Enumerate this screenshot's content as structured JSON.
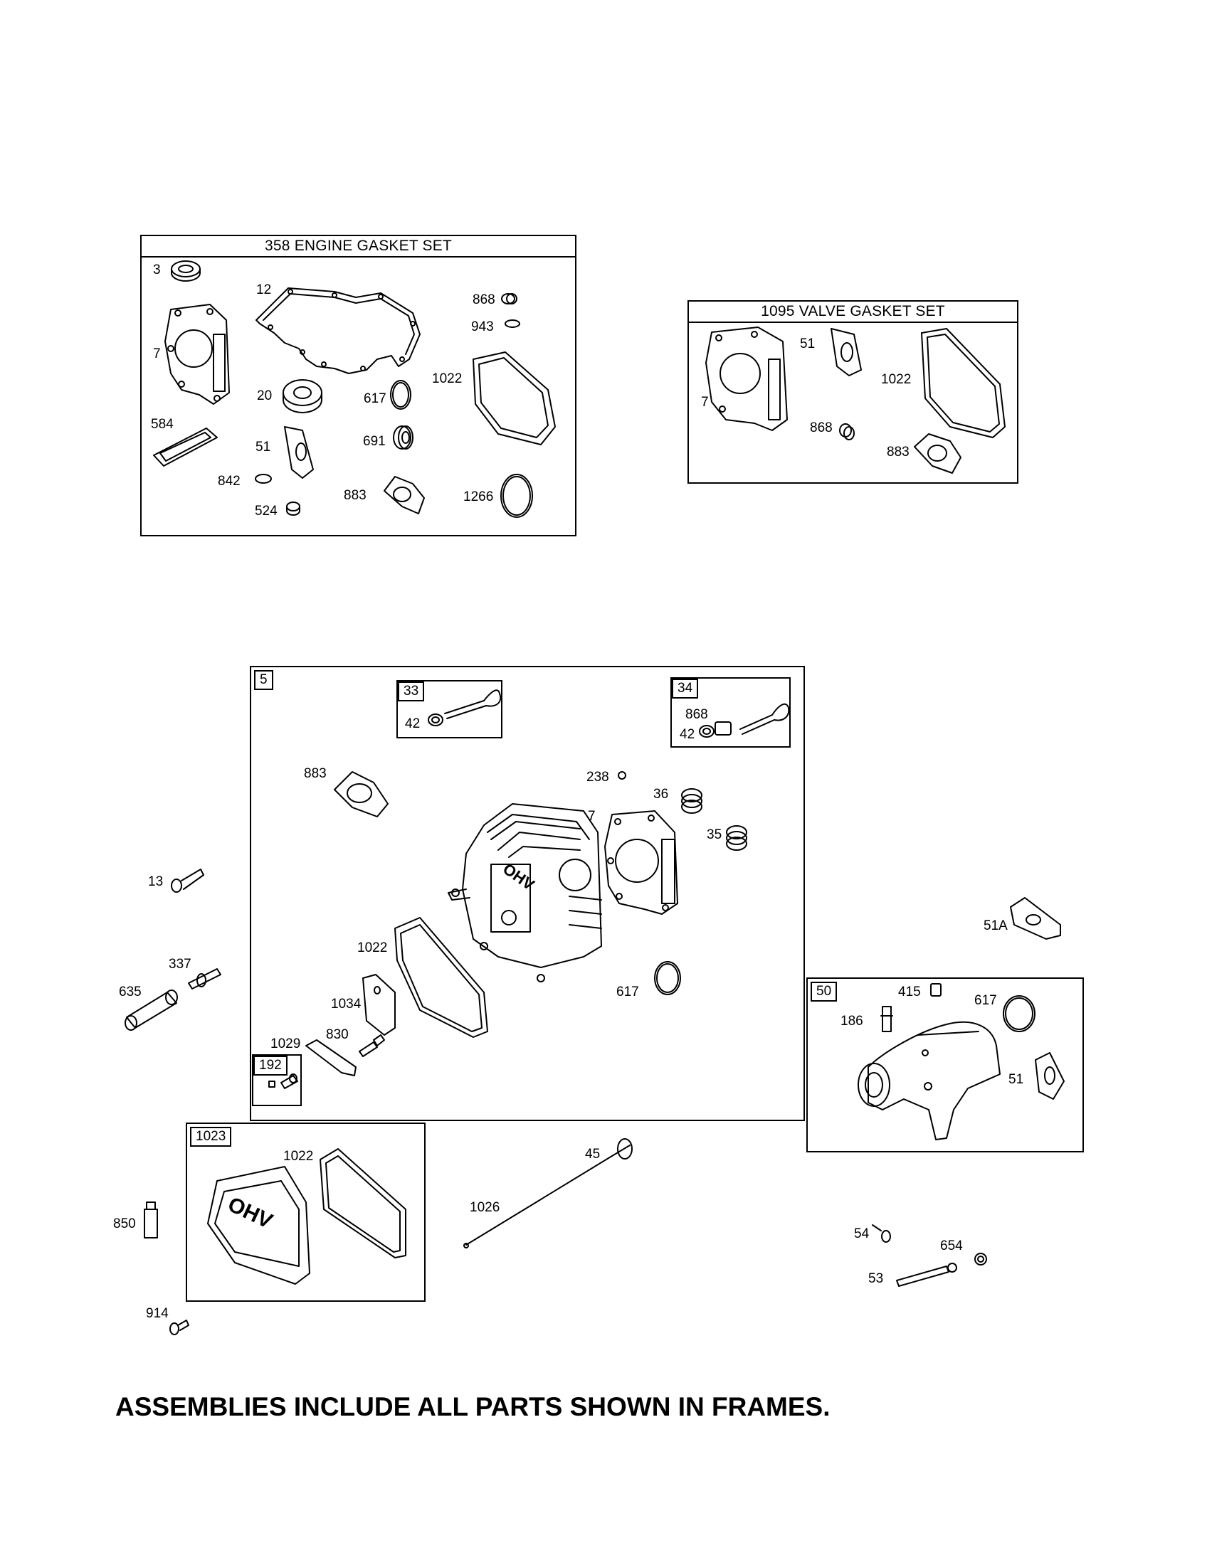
{
  "gasket_set": {
    "title": "358 ENGINE GASKET SET",
    "labels": {
      "p3": "3",
      "p12": "12",
      "p868": "868",
      "p943": "943",
      "p7": "7",
      "p1022": "1022",
      "p20": "20",
      "p617": "617",
      "p584": "584",
      "p51": "51",
      "p691": "691",
      "p842": "842",
      "p883": "883",
      "p1266": "1266",
      "p524": "524"
    }
  },
  "valve_set": {
    "title": "1095 VALVE GASKET SET",
    "labels": {
      "p51": "51",
      "p7": "7",
      "p1022": "1022",
      "p868": "868",
      "p883": "883"
    }
  },
  "cylinder_head": {
    "tag": "5",
    "sub33": {
      "tag": "33",
      "p42": "42"
    },
    "sub34": {
      "tag": "34",
      "p868": "868",
      "p42": "42"
    },
    "sub192": {
      "tag": "192"
    },
    "labels": {
      "p883": "883",
      "p238": "238",
      "p36": "36",
      "p7": "7",
      "p35": "35",
      "p1022": "1022",
      "p1034": "1034",
      "p617": "617",
      "p830": "830",
      "p1029": "1029"
    }
  },
  "intake": {
    "tag": "50",
    "labels": {
      "p415": "415",
      "p617": "617",
      "p186": "186",
      "p51": "51"
    }
  },
  "valve_cover": {
    "tag": "1023",
    "labels": {
      "p1022": "1022"
    },
    "logo": "OHV"
  },
  "loose_parts": {
    "p13": "13",
    "p337": "337",
    "p635": "635",
    "p51A": "51A",
    "p45": "45",
    "p1026": "1026",
    "p850": "850",
    "p914": "914",
    "p54": "54",
    "p654": "654",
    "p53": "53"
  },
  "footer": "ASSEMBLIES INCLUDE ALL PARTS SHOWN IN FRAMES."
}
